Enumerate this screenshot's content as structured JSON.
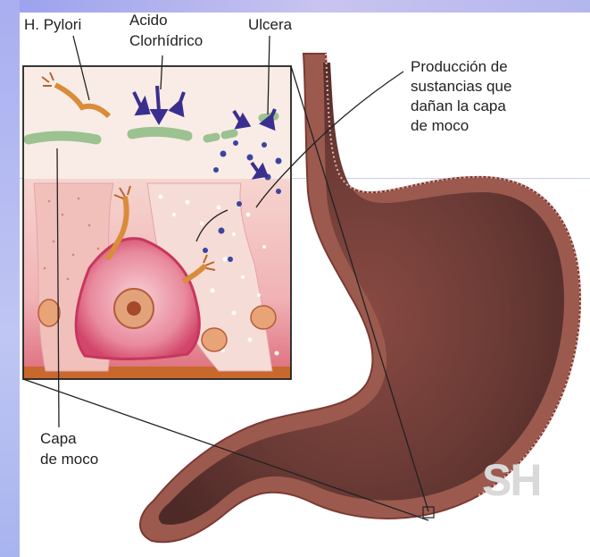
{
  "labels": {
    "h_pylori": "H. Pylori",
    "acido_l1": "Acido",
    "acido_l2": "Clorhídrico",
    "ulcera": "Ulcera",
    "prod_l1": "Producción de",
    "prod_l2": "sustancias que",
    "prod_l3": "dañan la capa",
    "prod_l4": "de moco",
    "capa_l1": "Capa",
    "capa_l2": "de moco"
  },
  "watermark": "SH",
  "colors": {
    "frame": "#b3b8ef",
    "stomach_wall": "#9c5a4f",
    "mucosa": "#6e3d37",
    "mucus": "#9bc290",
    "acid_arrows": "#3a2f8f",
    "cell_pink": "#e0708d",
    "bacterium": "#d98c3a"
  }
}
